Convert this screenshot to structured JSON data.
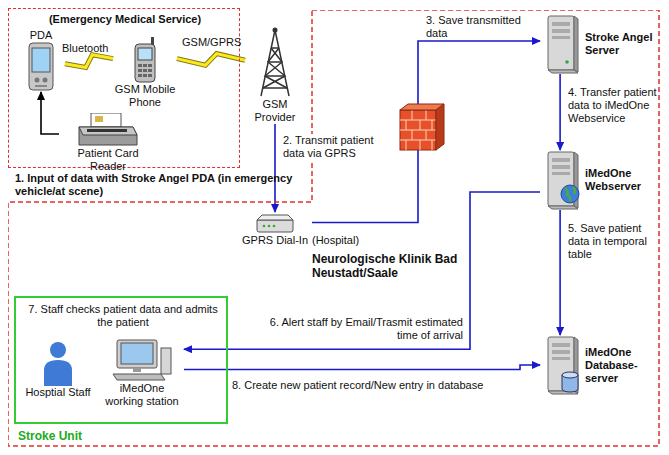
{
  "diagram": {
    "nodes": [
      {
        "text": [
          "(Emergency Medical Service)",
          "1. Input of data with Stroke Angel PDA (in emergency vehicle/at scene)"
        ]
      },
      {
        "text": [
          "PDA"
        ],
        "in": 0
      },
      {
        "text": [
          "GSM Mobile Phone"
        ],
        "in": 0
      },
      {
        "text": [
          "Patient Card Reader"
        ],
        "in": 0
      },
      {
        "text": [
          "GSM Provider"
        ]
      },
      {
        "text": [
          "(Hospital)",
          "Neurologische Klinik Bad Neustadt/Saale"
        ]
      },
      {
        "text": [
          "GPRS Dial-In"
        ],
        "in": 5
      },
      {
        "text": [
          "Stroke Angel Server"
        ],
        "in": 5
      },
      {
        "text": [
          "iMedOne Webserver"
        ],
        "in": 5
      },
      {
        "text": [
          "iMedOne Database-server"
        ],
        "in": 5
      },
      {
        "text": [
          "Stroke Unit",
          "7. Staff checks patient data and admits the patient"
        ],
        "in": 5
      },
      {
        "text": [
          "Hosptial Staff"
        ],
        "in": 10
      },
      {
        "text": [
          "iMedOne working station"
        ],
        "in": 10
      }
    ],
    "edges": [
      {
        "from": 1,
        "to": 2,
        "label": "Bluetooth",
        "arrow": "none"
      },
      {
        "from": 2,
        "to": 4,
        "label": "GSM/GPRS",
        "arrow": "none"
      },
      {
        "from": 3,
        "to": 1,
        "arrow": "to"
      },
      {
        "from": 4,
        "to": 6,
        "label": "2. Transmit patient data via GPRS",
        "arrow": "to"
      },
      {
        "from": 6,
        "to": 7,
        "label": "3. Save transmitted data",
        "arrow": "to"
      },
      {
        "from": 7,
        "to": 8,
        "label": "4. Transfer patient data to iMedOne Webservice",
        "arrow": "to"
      },
      {
        "from": 8,
        "to": 9,
        "label": "5. Save patient data in temporal table",
        "arrow": "to"
      },
      {
        "from": 8,
        "to": 12,
        "label": "6. Alert staff by Email/Trasmit estimated time of arrival",
        "arrow": "to"
      },
      {
        "from": 12,
        "to": 9,
        "label": "8. Create new patient record/New entry in database",
        "arrow": "to"
      }
    ]
  }
}
